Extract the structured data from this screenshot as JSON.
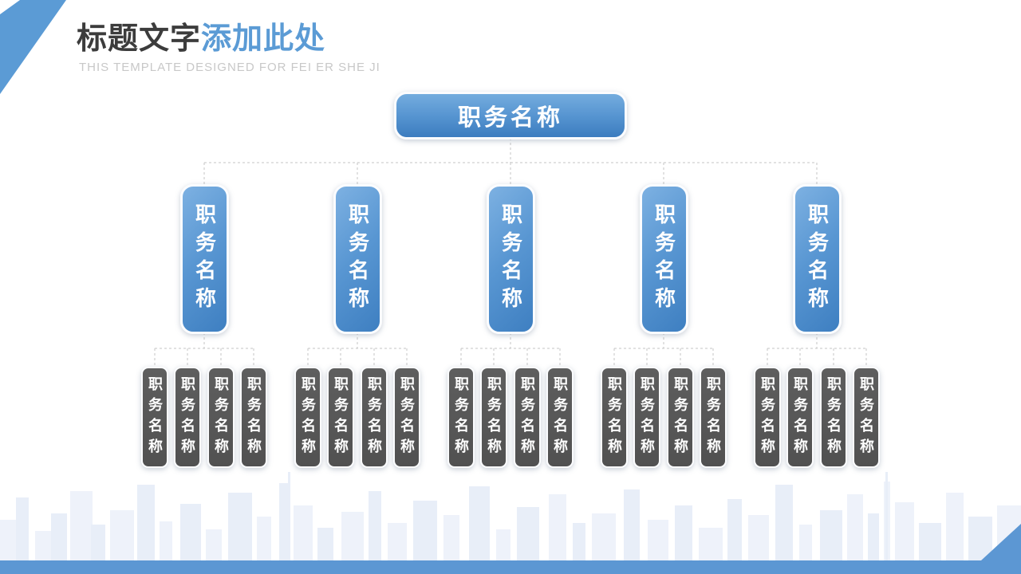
{
  "header": {
    "title_dark": "标题文字",
    "title_accent": "添加此处",
    "subtitle": "THIS TEMPLATE DESIGNED FOR FEI ER SHE JI"
  },
  "org_chart": {
    "root_label": "职务名称",
    "branches": [
      {
        "label": "职务名称",
        "children": [
          "职务名称",
          "职务名称",
          "职务名称",
          "职务名称"
        ]
      },
      {
        "label": "职务名称",
        "children": [
          "职务名称",
          "职务名称",
          "职务名称",
          "职务名称"
        ]
      },
      {
        "label": "职务名称",
        "children": [
          "职务名称",
          "职务名称",
          "职务名称",
          "职务名称"
        ]
      },
      {
        "label": "职务名称",
        "children": [
          "职务名称",
          "职务名称",
          "职务名称",
          "职务名称"
        ]
      },
      {
        "label": "职务名称",
        "children": [
          "职务名称",
          "职务名称",
          "职务名称",
          "职务名称"
        ]
      }
    ]
  },
  "colors": {
    "accent_blue": "#5B9BD5",
    "node_blue_top": "#7DB1E2",
    "node_blue_bottom": "#3E7FC1",
    "node_gray": "#555555",
    "connector_gray": "#C5C5C5",
    "title_dark": "#3C3C3C",
    "subtitle_gray": "#C8C8C8",
    "footer_blue": "#5C97D3"
  }
}
